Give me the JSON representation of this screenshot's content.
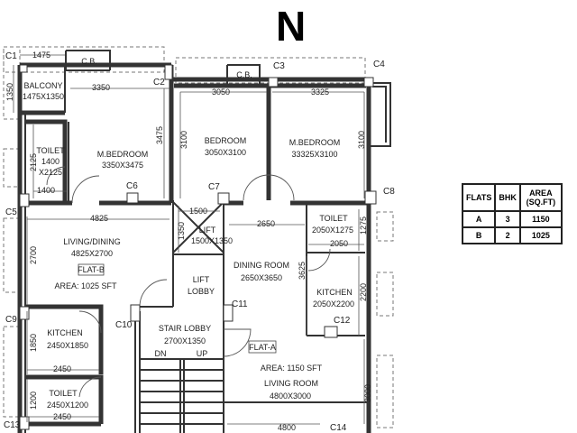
{
  "north_label": "N",
  "columns": [
    "C1",
    "C2",
    "C3",
    "C4",
    "C5",
    "C6",
    "C7",
    "C8",
    "C9",
    "C10",
    "C11",
    "C12",
    "C13",
    "C14"
  ],
  "rooms": {
    "balcony": {
      "name": "BALCONY",
      "size": "1475X1350"
    },
    "toilet_b1": {
      "name": "TOILET",
      "size1": "1400",
      "size2": "X2125"
    },
    "mbedroom_b": {
      "name": "M.BEDROOM",
      "size": "3350X3475"
    },
    "bedroom_a": {
      "name": "BEDROOM",
      "size": "3050X3100"
    },
    "mbedroom_a": {
      "name": "M.BEDROOM",
      "size": "33325X3100"
    },
    "living_dining_b": {
      "name": "LIVING/DINING",
      "size": "4825X2700"
    },
    "lift": {
      "name": "LIFT",
      "size": "1500X1350"
    },
    "lift_lobby": {
      "name1": "LIFT",
      "name2": "LOBBY"
    },
    "dining_a": {
      "name": "DINING ROOM",
      "size": "2650X3650"
    },
    "toilet_a": {
      "name": "TOILET",
      "size": "2050X1275"
    },
    "kitchen_a": {
      "name": "KITCHEN",
      "size": "2050X2200"
    },
    "kitchen_b": {
      "name": "KITCHEN",
      "size": "2450X1850"
    },
    "toilet_b2": {
      "name": "TOILET",
      "size": "2450X1200"
    },
    "stair_lobby": {
      "name": "STAIR LOBBY",
      "size": "2700X1350",
      "dn": "DN",
      "up": "UP"
    },
    "living_a": {
      "name": "LIVING ROOM",
      "size": "4800X3000"
    }
  },
  "flat_b": {
    "tag": "FLAT-B",
    "area": "AREA: 1025 SFT"
  },
  "flat_a": {
    "tag": "FLAT-A",
    "area": "AREA: 1150 SFT"
  },
  "cb_label": "C.B.",
  "dimensions": {
    "d1475": "1475",
    "d1350": "1350",
    "d3350": "3350",
    "d3050": "3050",
    "d3325": "3325",
    "d3475": "3475",
    "d3100a": "3100",
    "d3100b": "3100",
    "d2125": "2125",
    "d1400": "1400",
    "d4825": "4825",
    "d1500": "1500",
    "d1350b": "1350",
    "d2650": "2650",
    "d1275": "1275",
    "d2050": "2050",
    "d2700": "2700",
    "d3625": "3625",
    "d2200": "2200",
    "d1850": "1850",
    "d2450a": "2450",
    "d1200": "1200",
    "d2450b": "2450",
    "d3000": "3000",
    "d4800": "4800"
  },
  "table": {
    "headers": [
      "FLATS",
      "BHK",
      "AREA (SQ.FT)"
    ],
    "rows": [
      {
        "flat": "A",
        "bhk": "3",
        "area": "1150"
      },
      {
        "flat": "B",
        "bhk": "2",
        "area": "1025"
      }
    ]
  }
}
